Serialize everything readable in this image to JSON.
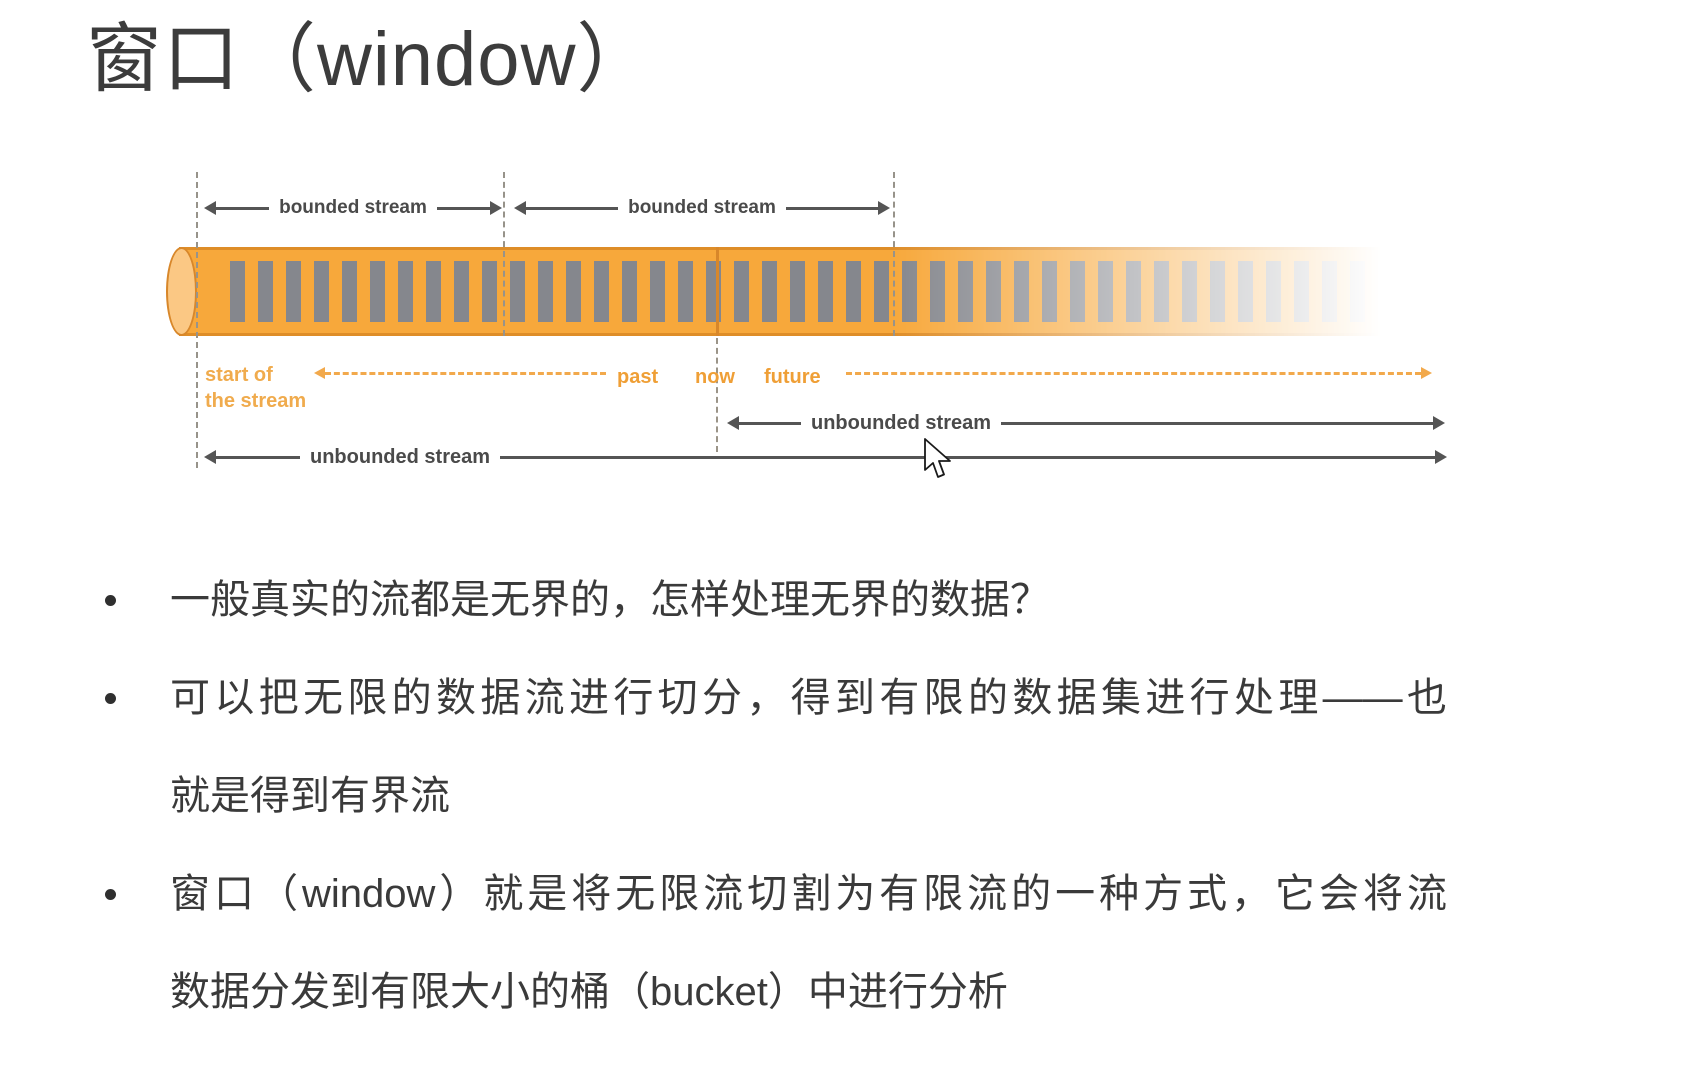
{
  "title": "窗口（window）",
  "diagram": {
    "bounded_label_1": "bounded stream",
    "bounded_label_2": "bounded stream",
    "start_label_line1": "start of",
    "start_label_line2": "the stream",
    "past_label": "past",
    "now_label": "now",
    "future_label": "future",
    "unbounded_right_label": "unbounded stream",
    "unbounded_bottom_label": "unbounded stream",
    "colors": {
      "tube_orange": "#f7a83b",
      "tube_border_orange": "#de8d28",
      "tube_cap_orange": "#fbc884",
      "bar_gray": "#85878d",
      "timeline_orange": "#ef9f36",
      "arrow_dark": "#555555",
      "dashed_guide_gray": "#97938a",
      "text_dark": "#3a3a3a"
    }
  },
  "bullets": [
    {
      "lines": [
        "一般真实的流都是无界的，怎样处理无界的数据？"
      ]
    },
    {
      "lines": [
        "可以把无限的数据流进行切分，得到有限的数据集进行处理——也",
        "就是得到有界流"
      ]
    },
    {
      "lines": [
        "窗口（window）就是将无限流切割为有限流的一种方式，它会将流",
        "数据分发到有限大小的桶（bucket）中进行分析"
      ]
    }
  ]
}
